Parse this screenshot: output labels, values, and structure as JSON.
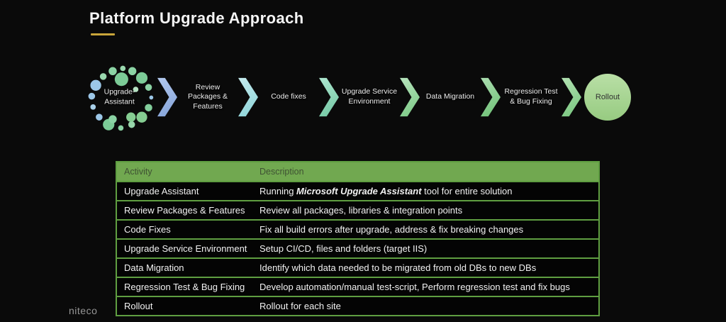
{
  "slide": {
    "title": "Platform Upgrade Approach",
    "logo": "niteco"
  },
  "colors": {
    "background": "#0a0a0a",
    "title_underline": "#c9a53a",
    "table_header_bg": "#71a850",
    "table_border": "#5f9e41",
    "table_header_text": "#3f5233",
    "rollout_fill_top": "#b9dfa6",
    "rollout_fill_bottom": "#97cb81",
    "dot_palette": [
      "#9cc7e8",
      "#7ccb97",
      "#8bd3a4",
      "#9ad8ae"
    ]
  },
  "flow": {
    "start_label": "Upgrade-Assistant",
    "steps": [
      {
        "label": "Review Packages & Features",
        "chevron": [
          "#b3c9ee",
          "#8aa8dc"
        ]
      },
      {
        "label": "Code fixes",
        "chevron": [
          "#c6ebee",
          "#93d7db"
        ]
      },
      {
        "label": "Upgrade Service Environment",
        "chevron": [
          "#aee6d0",
          "#79cba8"
        ]
      },
      {
        "label": "Data Migration",
        "chevron": [
          "#b7e4bd",
          "#82cc8b"
        ]
      },
      {
        "label": "Regression Test & Bug Fixing",
        "chevron": [
          "#abddb0",
          "#76c57d"
        ]
      }
    ],
    "final_chevron": [
      "#b2e1b2",
      "#7fca85"
    ],
    "end_label": "Rollout"
  },
  "table": {
    "headers": [
      "Activity",
      "Description"
    ],
    "rows": [
      {
        "activity": "Upgrade Assistant",
        "description": [
          {
            "t": "Running "
          },
          {
            "t": "Microsoft Upgrade Assistant",
            "bi": true
          },
          {
            "t": " tool for entire solution"
          }
        ]
      },
      {
        "activity": "Review Packages & Features",
        "description": [
          {
            "t": "Review all packages, libraries & integration points"
          }
        ]
      },
      {
        "activity": "Code Fixes",
        "description": [
          {
            "t": "Fix all build errors after upgrade, address & fix breaking changes"
          }
        ]
      },
      {
        "activity": "Upgrade Service Environment",
        "description": [
          {
            "t": "Setup CI/CD, files and folders (target IIS)"
          }
        ]
      },
      {
        "activity": "Data Migration",
        "description": [
          {
            "t": "Identify which data needed to be migrated from old DBs to new DBs"
          }
        ]
      },
      {
        "activity": "Regression Test & Bug Fixing",
        "description": [
          {
            "t": "Develop automation/manual test-script, Perform regression test and fix bugs"
          }
        ]
      },
      {
        "activity": "Rollout",
        "description": [
          {
            "t": "Rollout for each site"
          }
        ]
      }
    ]
  }
}
